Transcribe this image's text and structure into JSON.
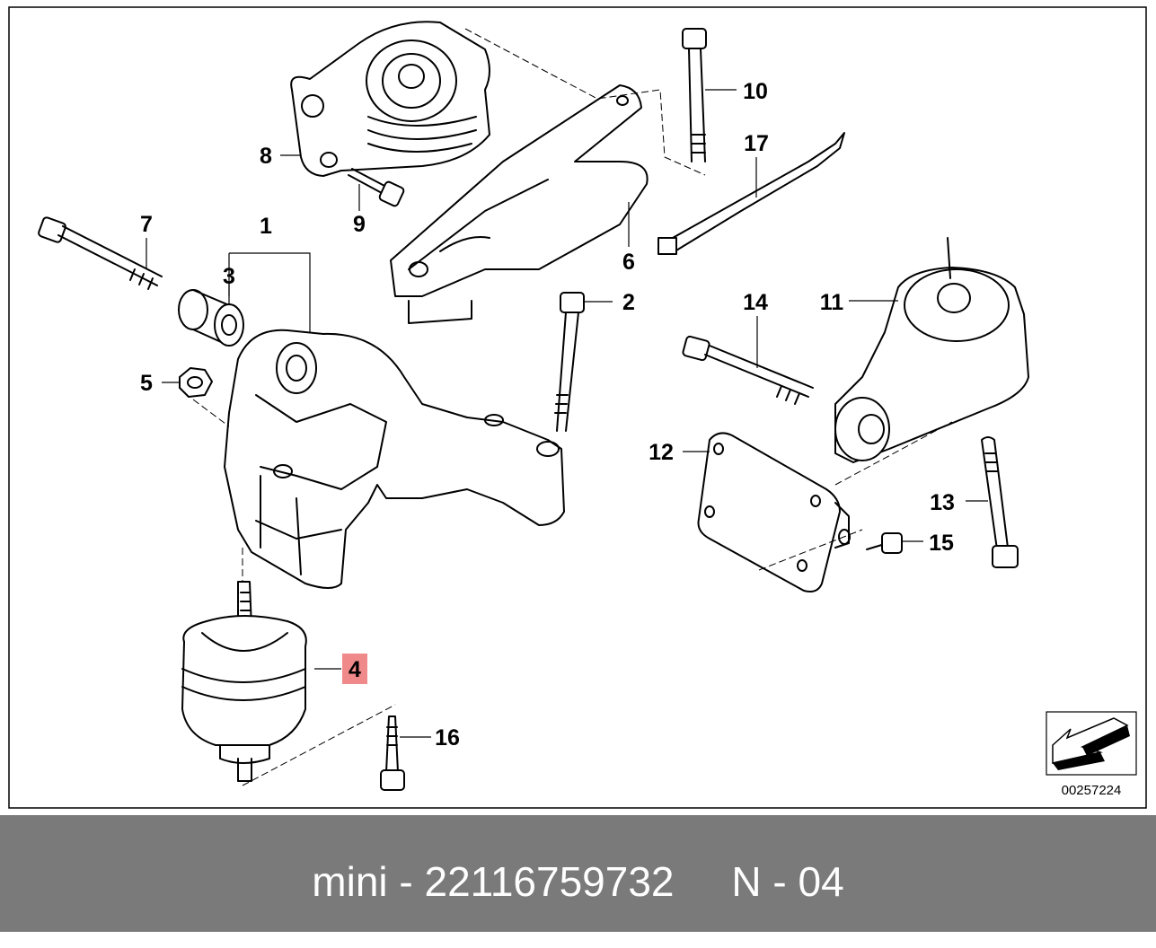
{
  "diagram": {
    "labels": [
      {
        "id": "1",
        "text": "1"
      },
      {
        "id": "2",
        "text": "2"
      },
      {
        "id": "3",
        "text": "3"
      },
      {
        "id": "4",
        "text": "4",
        "highlight": "#f08a8a"
      },
      {
        "id": "5",
        "text": "5"
      },
      {
        "id": "6",
        "text": "6"
      },
      {
        "id": "7",
        "text": "7"
      },
      {
        "id": "8",
        "text": "8"
      },
      {
        "id": "9",
        "text": "9"
      },
      {
        "id": "10",
        "text": "10"
      },
      {
        "id": "11",
        "text": "11"
      },
      {
        "id": "12",
        "text": "12"
      },
      {
        "id": "13",
        "text": "13"
      },
      {
        "id": "14",
        "text": "14"
      },
      {
        "id": "15",
        "text": "15"
      },
      {
        "id": "16",
        "text": "16"
      },
      {
        "id": "17",
        "text": "17"
      }
    ],
    "reference_number": "00257224"
  },
  "footer": {
    "text": "mini - 22116759732     N - 04"
  },
  "colors": {
    "footer_background": "#7a7a7a",
    "footer_text": "#ffffff",
    "highlight": "#f08a8a"
  }
}
